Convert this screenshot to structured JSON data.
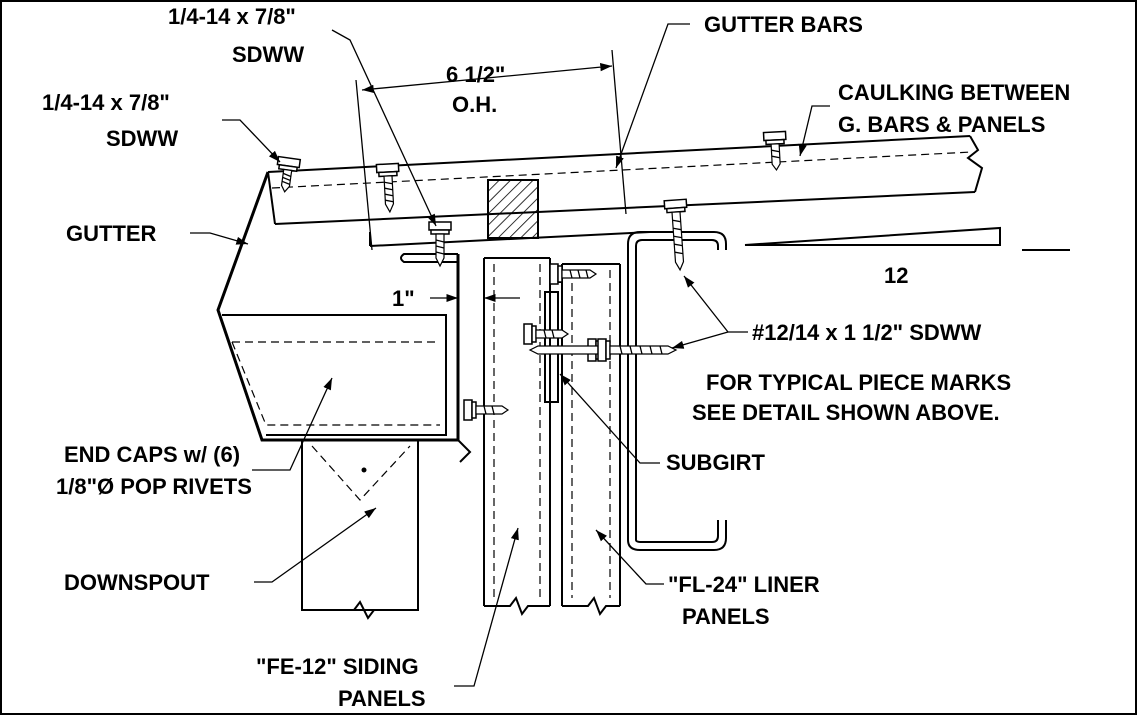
{
  "labels": {
    "screw_top_l1": "1/4-14 x 7/8\"",
    "screw_top_l2": "SDWW",
    "screw_left_l1": "1/4-14 x 7/8\"",
    "screw_left_l2": "SDWW",
    "dim_oh_l1": "6 1/2\"",
    "dim_oh_l2": "O.H.",
    "gutter_bars": "GUTTER BARS",
    "caulking_l1": "CAULKING BETWEEN",
    "caulking_l2": "G. BARS & PANELS",
    "gutter": "GUTTER",
    "slope_run": "12",
    "dim_gap": "1\"",
    "screw_sdww": "#12/14 x 1 1/2\" SDWW",
    "typical_l1": "FOR TYPICAL PIECE MARKS",
    "typical_l2": "SEE DETAIL SHOWN ABOVE.",
    "subgirt": "SUBGIRT",
    "endcaps_l1": "END CAPS w/ (6)",
    "endcaps_l2": "1/8\"Ø POP RIVETS",
    "downspout": "DOWNSPOUT",
    "liner_l1": "\"FL-24\" LINER",
    "liner_l2": "PANELS",
    "siding_l1": "\"FE-12\" SIDING",
    "siding_l2": "PANELS"
  }
}
